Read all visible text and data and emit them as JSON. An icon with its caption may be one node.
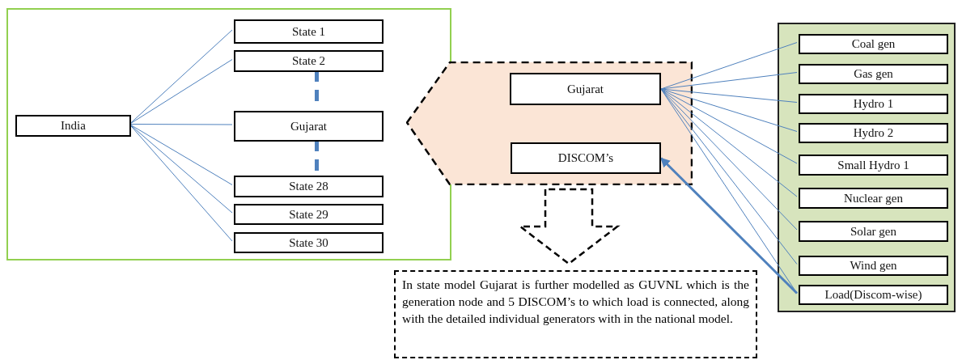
{
  "diagram": {
    "nodes": [
      {
        "text": [],
        "shape": "box"
      },
      {
        "text": [
          "India"
        ],
        "in": 0
      },
      {
        "text": [
          "State 1"
        ],
        "in": 0
      },
      {
        "text": [
          "State 2"
        ],
        "in": 0
      },
      {
        "text": [
          "Gujarat"
        ],
        "in": 0
      },
      {
        "text": [
          "State 28"
        ],
        "in": 0
      },
      {
        "text": [
          "State 29"
        ],
        "in": 0
      },
      {
        "text": [
          "State 30"
        ],
        "in": 0
      },
      {
        "text": [],
        "shape": "pentagon"
      },
      {
        "text": [
          "Gujarat"
        ],
        "in": 8
      },
      {
        "text": [
          "DISCOM’s"
        ],
        "in": 8
      },
      {
        "text": [
          "In state model Gujarat is further modelled as GUVNL which is the generation node and 5 DISCOM’s to which load is connected, along with the detailed individual generators with in the national model."
        ]
      },
      {
        "text": [],
        "shape": "box"
      },
      {
        "text": [
          "Coal gen"
        ],
        "in": 12
      },
      {
        "text": [
          "Gas gen"
        ],
        "in": 12
      },
      {
        "text": [
          "Hydro 1"
        ],
        "in": 12
      },
      {
        "text": [
          "Hydro 2"
        ],
        "in": 12
      },
      {
        "text": [
          "Small Hydro 1"
        ],
        "in": 12
      },
      {
        "text": [
          "Nuclear gen"
        ],
        "in": 12
      },
      {
        "text": [
          "Solar gen"
        ],
        "in": 12
      },
      {
        "text": [
          "Wind gen"
        ],
        "in": 12
      },
      {
        "text": [
          "Load(Discom-wise)"
        ],
        "in": 12
      }
    ],
    "edges": [
      {
        "from": 1,
        "to": 2,
        "arrow": "none"
      },
      {
        "from": 1,
        "to": 3,
        "arrow": "none"
      },
      {
        "from": 1,
        "to": 4,
        "arrow": "none"
      },
      {
        "from": 1,
        "to": 5,
        "arrow": "none"
      },
      {
        "from": 1,
        "to": 6,
        "arrow": "none"
      },
      {
        "from": 1,
        "to": 7,
        "arrow": "none"
      },
      {
        "from": 3,
        "to": 4,
        "arrow": "none",
        "style": "dashed"
      },
      {
        "from": 4,
        "to": 5,
        "arrow": "none",
        "style": "dashed"
      },
      {
        "from": 9,
        "to": 13,
        "arrow": "none"
      },
      {
        "from": 9,
        "to": 14,
        "arrow": "none"
      },
      {
        "from": 9,
        "to": 15,
        "arrow": "none"
      },
      {
        "from": 9,
        "to": 16,
        "arrow": "none"
      },
      {
        "from": 9,
        "to": 17,
        "arrow": "none"
      },
      {
        "from": 9,
        "to": 18,
        "arrow": "none"
      },
      {
        "from": 9,
        "to": 19,
        "arrow": "none"
      },
      {
        "from": 9,
        "to": 20,
        "arrow": "none"
      },
      {
        "from": 9,
        "to": 21,
        "arrow": "none"
      },
      {
        "from": 21,
        "to": 10,
        "arrow": "to",
        "style": "thick"
      },
      {
        "from": 8,
        "to": 11,
        "arrow": "to",
        "style": "dashed",
        "color": "#000000"
      }
    ]
  }
}
